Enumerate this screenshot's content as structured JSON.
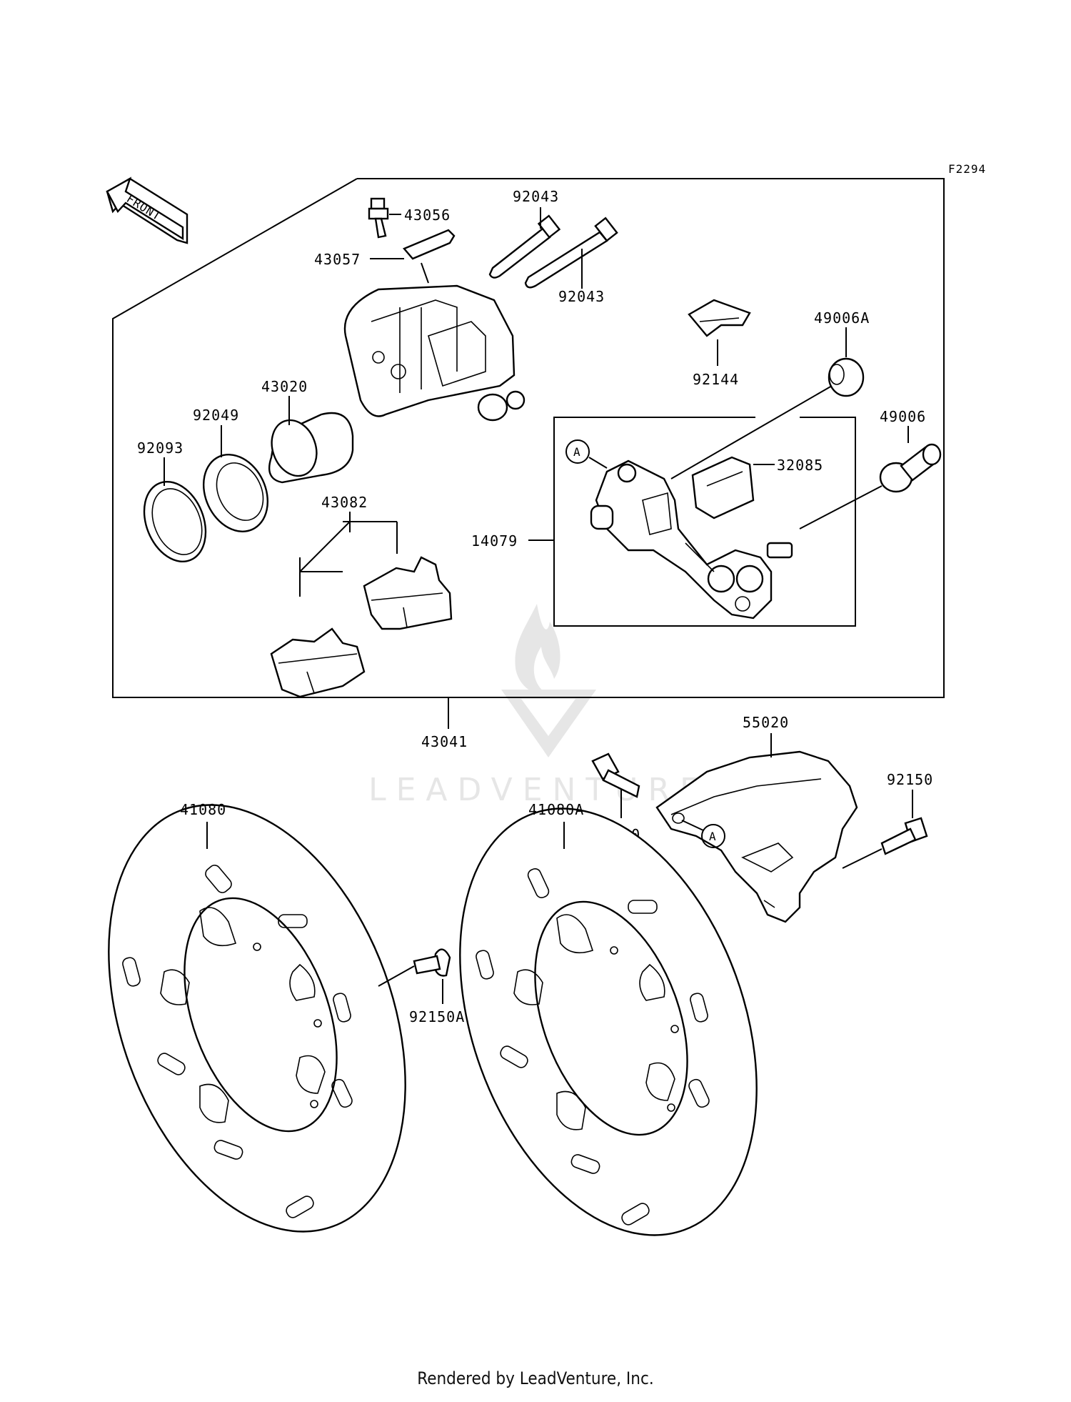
{
  "figure_code": "F2294",
  "front_arrow_text": "FRONT",
  "callout_ref": "A",
  "labels": {
    "p43056": "43056",
    "p43057": "43057",
    "p92043_a": "92043",
    "p92043_b": "92043",
    "p92144": "92144",
    "p49006A": "49006A",
    "p49006": "49006",
    "p43020": "43020",
    "p92049": "92049",
    "p92093": "92093",
    "p32085": "32085",
    "p14079": "14079",
    "p43082": "43082",
    "p43041": "43041",
    "p55020": "55020",
    "p92150_a": "92150",
    "p92150_b": "92150",
    "p41080": "41080",
    "p41080A": "41080A",
    "p92150A": "92150A"
  },
  "watermark": "LEADVENTURE",
  "footer": "Rendered by LeadVenture, Inc."
}
